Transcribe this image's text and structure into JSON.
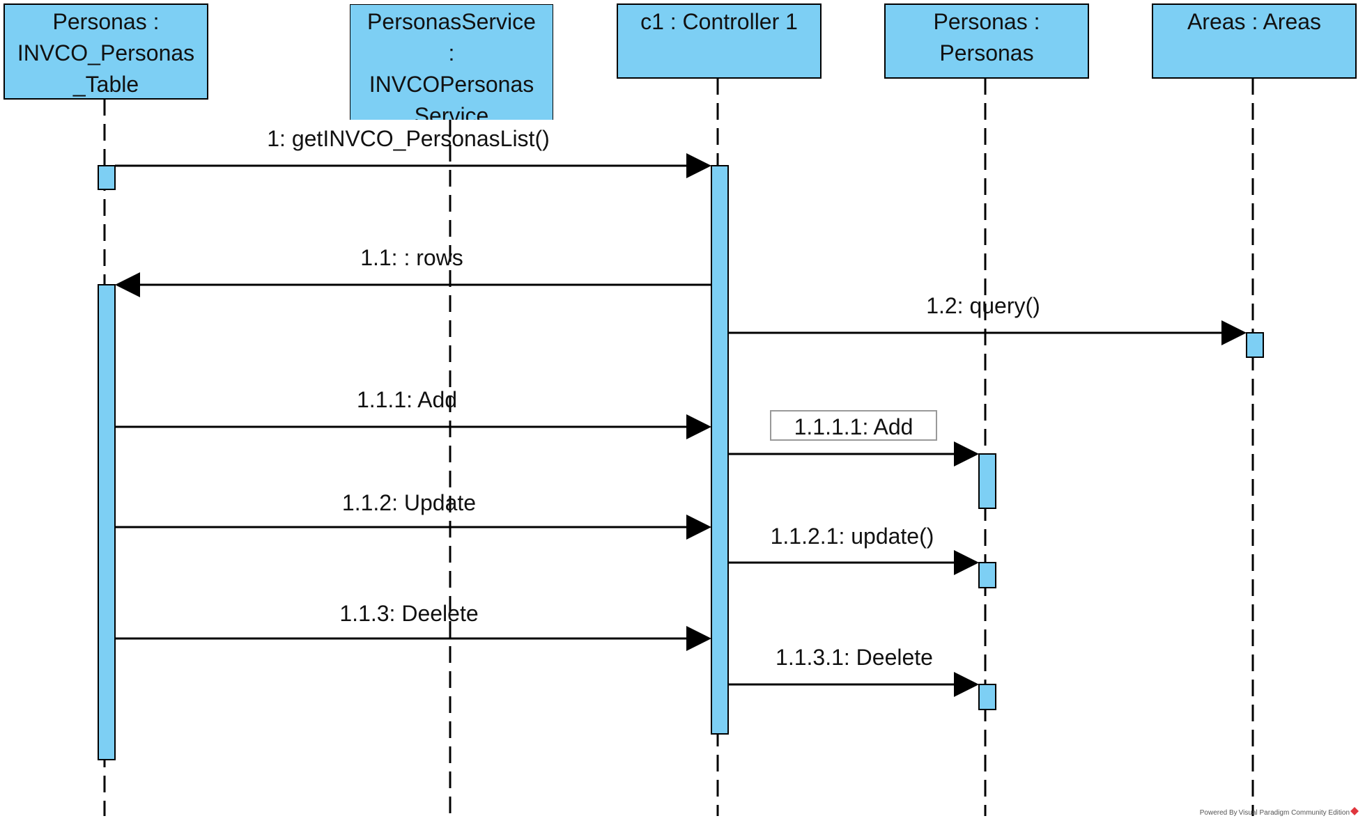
{
  "colors": {
    "lifeline_fill": "#7DCFF4",
    "stroke": "#000000",
    "note_border": "#999999",
    "footer_mark": "#e0363d"
  },
  "lifelines": [
    {
      "id": "personas-table",
      "lines": [
        "Personas :",
        "INVCO_Personas",
        "_Table"
      ]
    },
    {
      "id": "personas-service",
      "lines": [
        "PersonasService",
        ":",
        "INVCOPersonas",
        "Service"
      ]
    },
    {
      "id": "controller",
      "lines": [
        "c1 : Controller 1"
      ]
    },
    {
      "id": "personas",
      "lines": [
        "Personas :",
        "Personas"
      ]
    },
    {
      "id": "areas",
      "lines": [
        "Areas : Areas"
      ]
    }
  ],
  "messages": [
    {
      "id": "m1",
      "label": "1: getINVCO_PersonasList()"
    },
    {
      "id": "m1-1",
      "label": "1.1: : rows"
    },
    {
      "id": "m1-2",
      "label": "1.2: query()"
    },
    {
      "id": "m1-1-1",
      "label": "1.1.1: Add"
    },
    {
      "id": "m1-1-1-1",
      "label": "1.1.1.1: Add"
    },
    {
      "id": "m1-1-2",
      "label": "1.1.2: Update"
    },
    {
      "id": "m1-1-2-1",
      "label": "1.1.2.1: update()"
    },
    {
      "id": "m1-1-3",
      "label": "1.1.3: Deelete"
    },
    {
      "id": "m1-1-3-1",
      "label": "1.1.3.1: Deelete"
    }
  ],
  "footer": {
    "text": "Powered By Visual Paradigm Community Edition"
  }
}
